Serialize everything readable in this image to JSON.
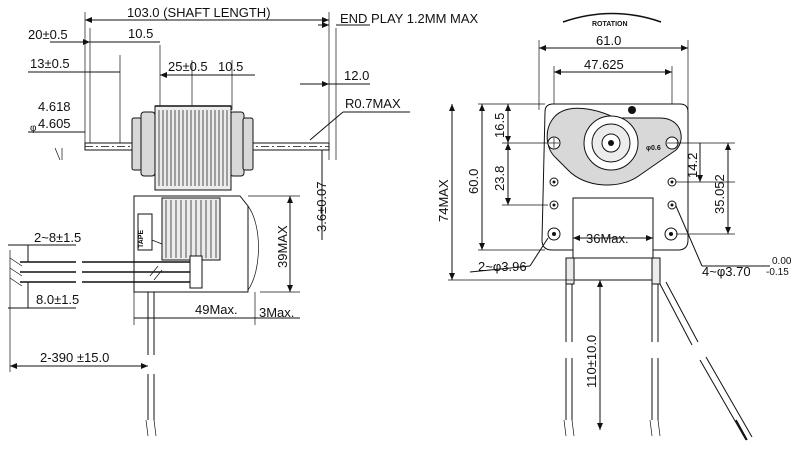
{
  "side_view": {
    "shaft_length": "103.0 (SHAFT LENGTH)",
    "end_play": "END PLAY 1.2MM MAX",
    "d_20": "20±0.5",
    "d_10_5_top": "10.5",
    "d_13": "13±0.5",
    "d_25": "25±0.5",
    "d_10_5_mid": "10.5",
    "d_12": "12.0",
    "d_4_618": "4.618",
    "d_4_605": "4.605",
    "phi": "φ",
    "radius": "R0.7MAX",
    "d_3_6": "3.6±0.07",
    "d_39max": "39MAX",
    "d_2_8": "2~8±1.5",
    "d_8_0": "8.0±1.5",
    "d_49max": "49Max.",
    "d_3max": "3Max.",
    "d_2_390": "2-390 ±15.0",
    "label_plate": "TAPE"
  },
  "front_view": {
    "rotation": "ROTATION",
    "d_61": "61.0",
    "d_47_625": "47.625",
    "d_16_5": "16.5",
    "d_23_8": "23.8",
    "d_60": "60.0",
    "d_74max": "74MAX",
    "d_14_2": "14.2",
    "d_35_052": "35.052",
    "d_36max": "36Max.",
    "d_2_phi": "2~φ3.96",
    "d_4_phi": "4~φ3.70",
    "tol_upper": "0.00",
    "tol_lower": "-0.15",
    "d_110": "110±10.0",
    "shaft_mark": "φ0.6"
  }
}
